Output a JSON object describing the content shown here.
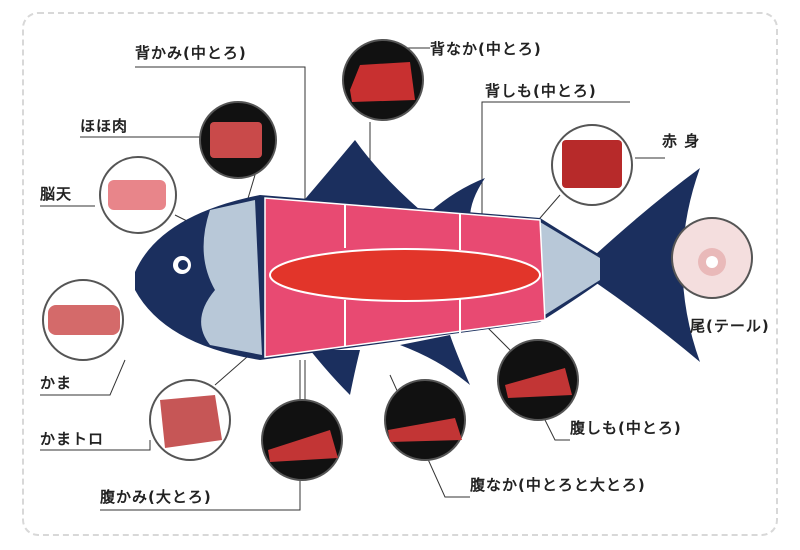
{
  "labels": {
    "sekami": "背かみ(中とろ)",
    "senaka": "背なか(中とろ)",
    "seshimo": "背しも(中とろ)",
    "akami": "赤 身",
    "hohoniku": "ほほ肉",
    "nouten": "脳天",
    "o": "尾(テール)",
    "kama": "かま",
    "kamatoro": "かまトロ",
    "harakami": "腹かみ(大とろ)",
    "haranaka": "腹なか(中とろと大とろ)",
    "harashimo": "腹しも(中とろ)"
  },
  "colors": {
    "navy": "#1b2f5e",
    "pink": "#e84a72",
    "red": "#e2352a",
    "light": "#b8c8d8"
  }
}
